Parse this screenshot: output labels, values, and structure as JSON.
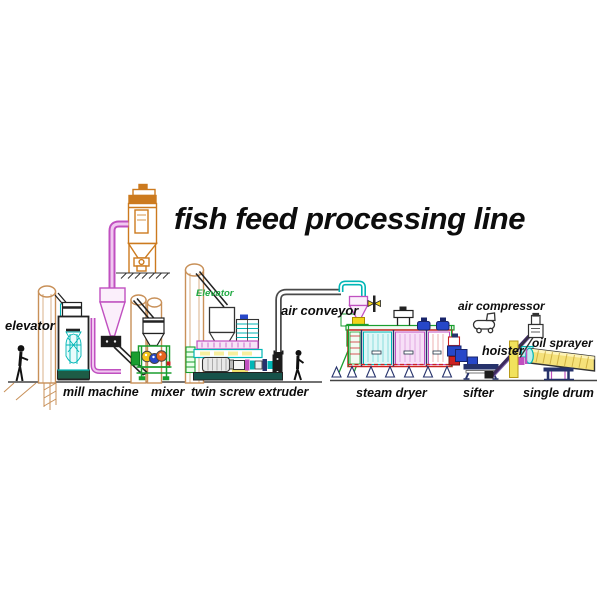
{
  "title": "fish feed processing line",
  "labels": {
    "elevator": "elevator",
    "elevator_small": "Elevator",
    "mill_machine": "mill machine",
    "mixer": "mixer",
    "twin_screw_extruder": "twin screw extruder",
    "air_conveyor": "air conveyor",
    "steam_dryer": "steam dryer",
    "air_compressor": "air compressor",
    "hoister": "hoister",
    "sifter": "sifter",
    "oil_sprayer": "oil sprayer",
    "single_drum": "single drum"
  },
  "colors": {
    "magenta": "#c050c0",
    "cyan": "#00b6b6",
    "green": "#1a9e2f",
    "orange": "#cc7a1e",
    "tan": "#c89058",
    "blue": "#2747c9",
    "red": "#cc2222",
    "yellow": "#f2d41a",
    "drum_yellow": "#f5e17a",
    "label_green": "#22aa44",
    "ink": "#0d0d0d"
  }
}
